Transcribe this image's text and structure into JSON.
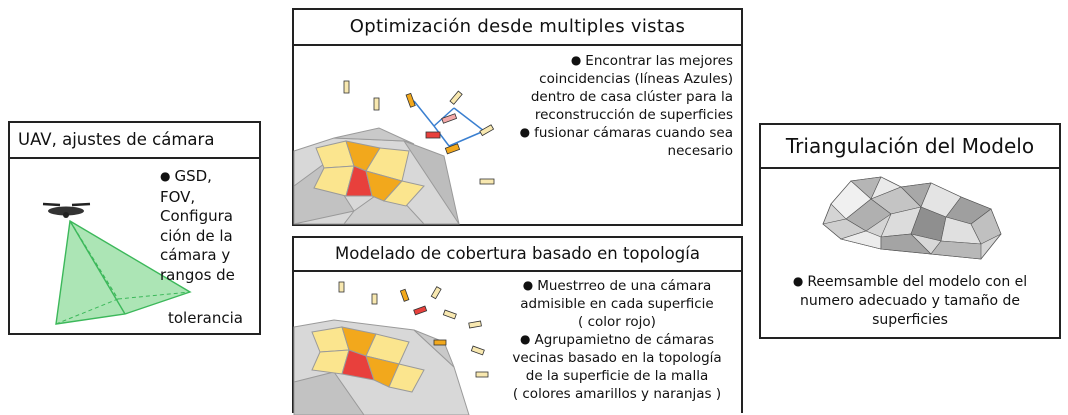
{
  "uav": {
    "title": "UAV, ajustes de cámara",
    "text_lines": [
      "GSD,",
      "FOV,",
      "Configura",
      "ción de la",
      "cámara y",
      "rangos de"
    ],
    "text_tail": "tolerancia"
  },
  "multiview": {
    "title": "Optimización desde multiples vistas",
    "bullet1_lines": [
      "Encontrar las mejores",
      "coincidencias (líneas Azules)",
      "dentro de casa clúster para la",
      "reconstrucción de superficies"
    ],
    "bullet2_lines": [
      "fusionar cámaras cuando sea",
      "necesario"
    ]
  },
  "topology": {
    "title": "Modelado de cobertura basado en topología",
    "bullet1_lines": [
      "Muestrreo de una cámara",
      "admisible en cada superficie",
      "( color rojo)"
    ],
    "bullet2_lines": [
      "Agrupamietno de cámaras",
      "vecinas basado en la topología",
      "de la superficie de la malla",
      "( colores amarillos  y naranjas )"
    ]
  },
  "triangulation": {
    "title": "Triangulación del Modelo",
    "bullet_lines": [
      "Reemsamble del modelo con el",
      "numero adecuado y tamaño de",
      "superficies"
    ]
  },
  "colors": {
    "frustum_fill": "#9ee0a8",
    "frustum_stroke": "#3cb85a",
    "highlight_red": "#e8403c",
    "highlight_orange": "#f2a81c",
    "highlight_yellow": "#fbe58e",
    "blue_lines": "#3a7fd0",
    "mesh_gray": "#9a9a9a"
  }
}
